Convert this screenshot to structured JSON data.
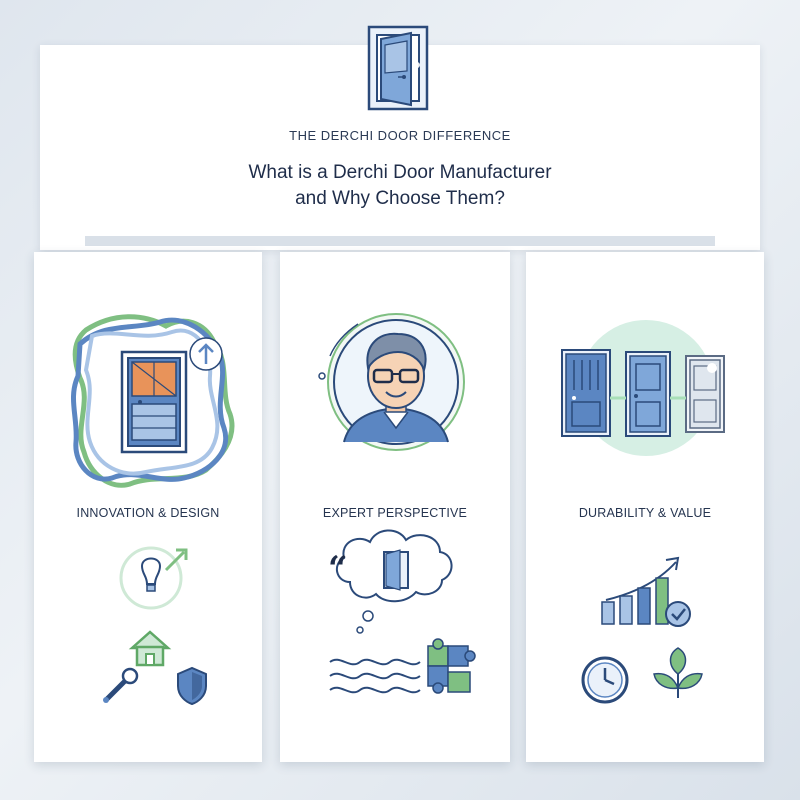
{
  "header": {
    "logo_icon": "open-door-icon",
    "eyebrow": "THE DERCHI DOOR DIFFERENCE",
    "headline_line1": "What is a Derchi Door Manufacturer",
    "headline_line2": "and Why Choose Them?"
  },
  "cards": [
    {
      "title": "INNOVATION & DESIGN",
      "hero_icon": "door-with-woven-frame-icon",
      "icons": [
        "lightbulb-growth-icon",
        "home-icon",
        "wrench-icon",
        "shield-icon"
      ]
    },
    {
      "title": "EXPERT PERSPECTIVE",
      "hero_icon": "expert-portrait-icon",
      "icons": [
        "quote-thought-bubble-icon",
        "puzzle-icon",
        "waves-icon"
      ]
    },
    {
      "title": "DURABILITY & VALUE",
      "hero_icon": "three-doors-icon",
      "icons": [
        "growth-bar-chart-icon",
        "check-badge-icon",
        "clock-icon",
        "leaf-icon"
      ]
    }
  ],
  "colors": {
    "navy": "#2b4a7a",
    "blue": "#5b86c2",
    "light_blue": "#a9c4e6",
    "green": "#7fbf82",
    "mint": "#d6efe4",
    "orange": "#e8935a"
  }
}
